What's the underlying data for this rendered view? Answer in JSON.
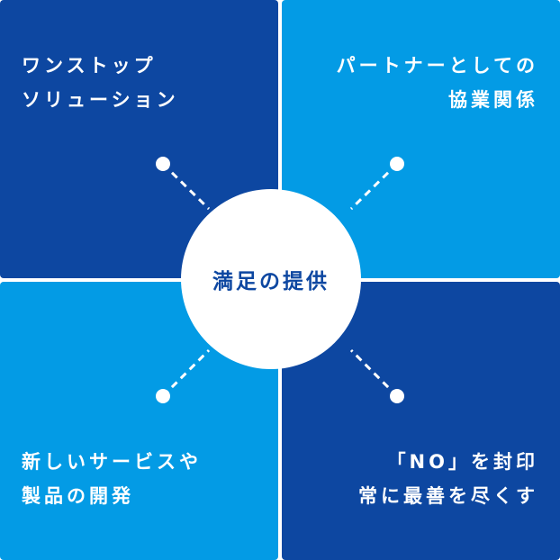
{
  "colors": {
    "dark_blue": "#0d47a1",
    "light_blue": "#039be5",
    "white": "#ffffff"
  },
  "center": {
    "label": "満足の提供"
  },
  "quadrants": {
    "top_left": {
      "lines": [
        "ワンストップ",
        "ソリューション"
      ],
      "color": "#0d47a1"
    },
    "top_right": {
      "lines": [
        "パートナーとしての",
        "協業関係"
      ],
      "color": "#039be5"
    },
    "bottom_left": {
      "lines": [
        "新しいサービスや",
        "製品の開発"
      ],
      "color": "#039be5"
    },
    "bottom_right": {
      "lines": [
        "「NO」を封印",
        "常に最善を尽くす"
      ],
      "color": "#0d47a1"
    }
  }
}
